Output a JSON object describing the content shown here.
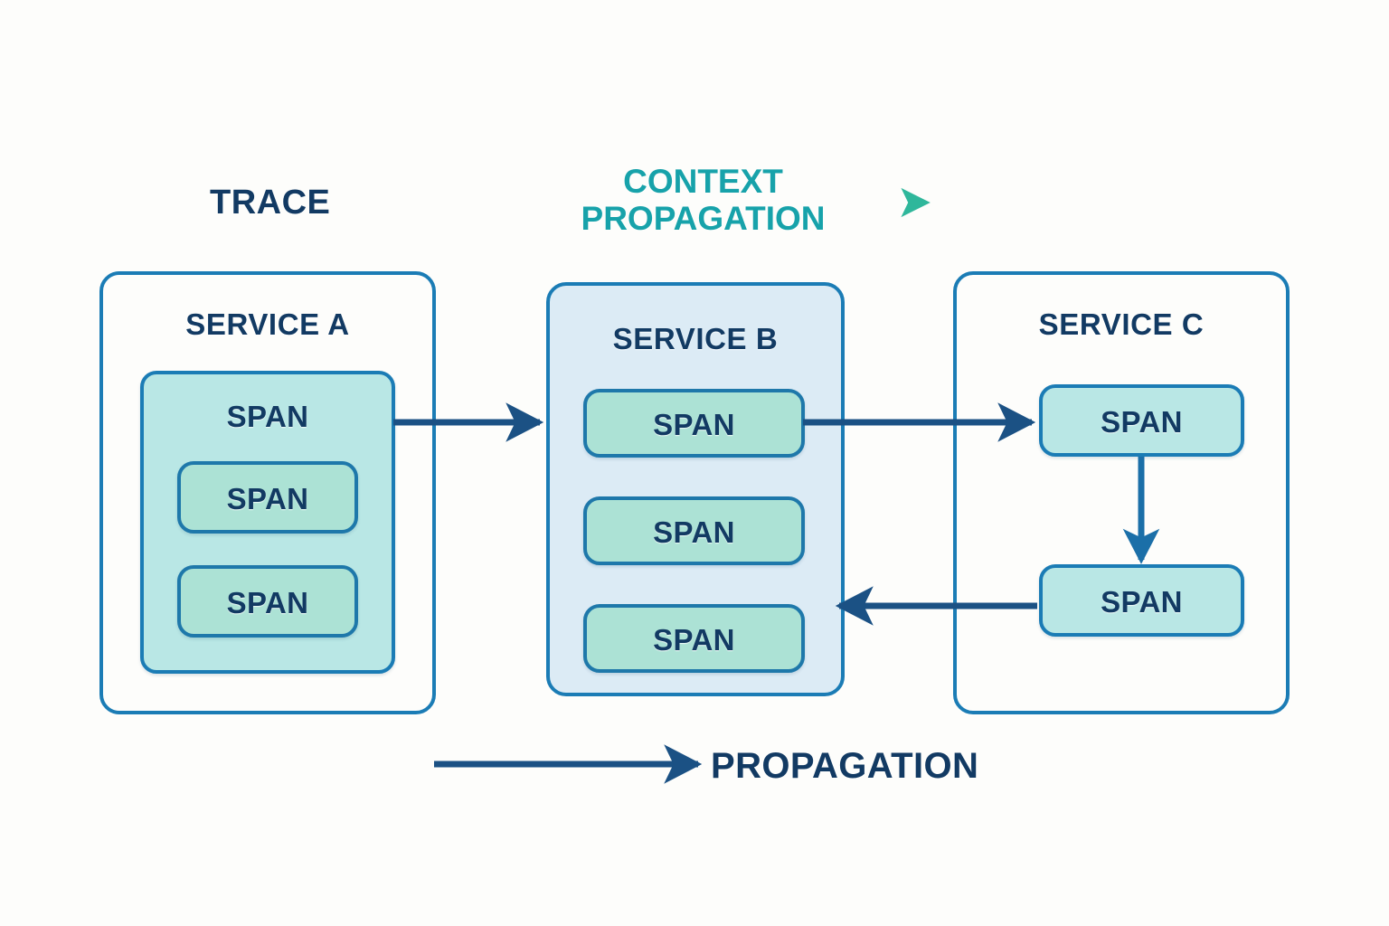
{
  "diagram": {
    "title_row": {
      "trace_label": "TRACE",
      "context_line_1": "CONTEXT",
      "context_line_2": "PROPAGATION"
    },
    "services": [
      {
        "id": "service-a",
        "title": "SERVICE A",
        "spans": [
          {
            "label": "SPAN",
            "role": "parent"
          },
          {
            "label": "SPAN",
            "role": "child"
          },
          {
            "label": "SPAN",
            "role": "child"
          }
        ]
      },
      {
        "id": "service-b",
        "title": "SERVICE B",
        "spans": [
          {
            "label": "SPAN",
            "role": "sibling"
          },
          {
            "label": "SPAN",
            "role": "sibling"
          },
          {
            "label": "SPAN",
            "role": "sibling"
          }
        ]
      },
      {
        "id": "service-c",
        "title": "SERVICE C",
        "spans": [
          {
            "label": "SPAN",
            "role": "sibling"
          },
          {
            "label": "SPAN",
            "role": "sibling"
          }
        ]
      }
    ],
    "legend": {
      "propagation_label": "PROPAGATION"
    },
    "colors": {
      "background": "#fdfdfb",
      "navy_text": "#123a63",
      "teal_text": "#17a2aa",
      "box_border_blue": "#1b7cb5",
      "arrow_navy": "#1b5184",
      "span_fill": "#b9e7e5",
      "span_nested_fill": "#ace2d5",
      "service_b_fill": "#dcebf5",
      "gradient_start": "#1b6fa8",
      "gradient_end": "#2fba9a"
    }
  }
}
